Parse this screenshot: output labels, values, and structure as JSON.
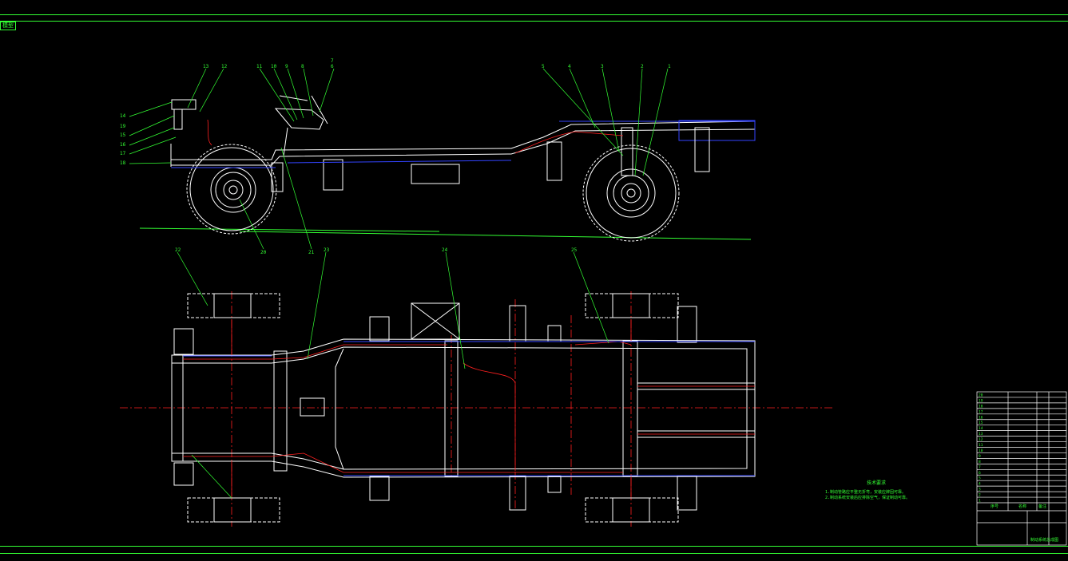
{
  "viewport_tab": "模型",
  "colors": {
    "background": "#000000",
    "frame": "#33ff33",
    "geometry": "#ffffff",
    "hidden_lines": "#3344ff",
    "center_lines": "#ff2020",
    "leaders": "#33ff33",
    "notes": "#33ff33"
  },
  "side_view_callouts": [
    "1",
    "2",
    "3",
    "4",
    "5",
    "6",
    "7",
    "8",
    "9",
    "10",
    "11",
    "12",
    "13",
    "14",
    "15",
    "16",
    "17",
    "18",
    "19",
    "20",
    "21"
  ],
  "plan_view_callouts": [
    "22",
    "23",
    "24",
    "25"
  ],
  "notes_heading": "技术要求",
  "notes": [
    "1.制动管路应平整无折弯，安装应牌固可靠。",
    "2.制动系统安装后应排除空气，保证制动可靠。"
  ],
  "title_block": {
    "bom_rows": [
      "20",
      "19",
      "18",
      "17",
      "16",
      "15",
      "14",
      "13",
      "12",
      "11",
      "10",
      "9",
      "8",
      "7",
      "6",
      "5",
      "4",
      "3",
      "2",
      "1"
    ],
    "bom_header": [
      "序号",
      "名称",
      "备注"
    ],
    "drawing_title": "制动系统总成图"
  }
}
